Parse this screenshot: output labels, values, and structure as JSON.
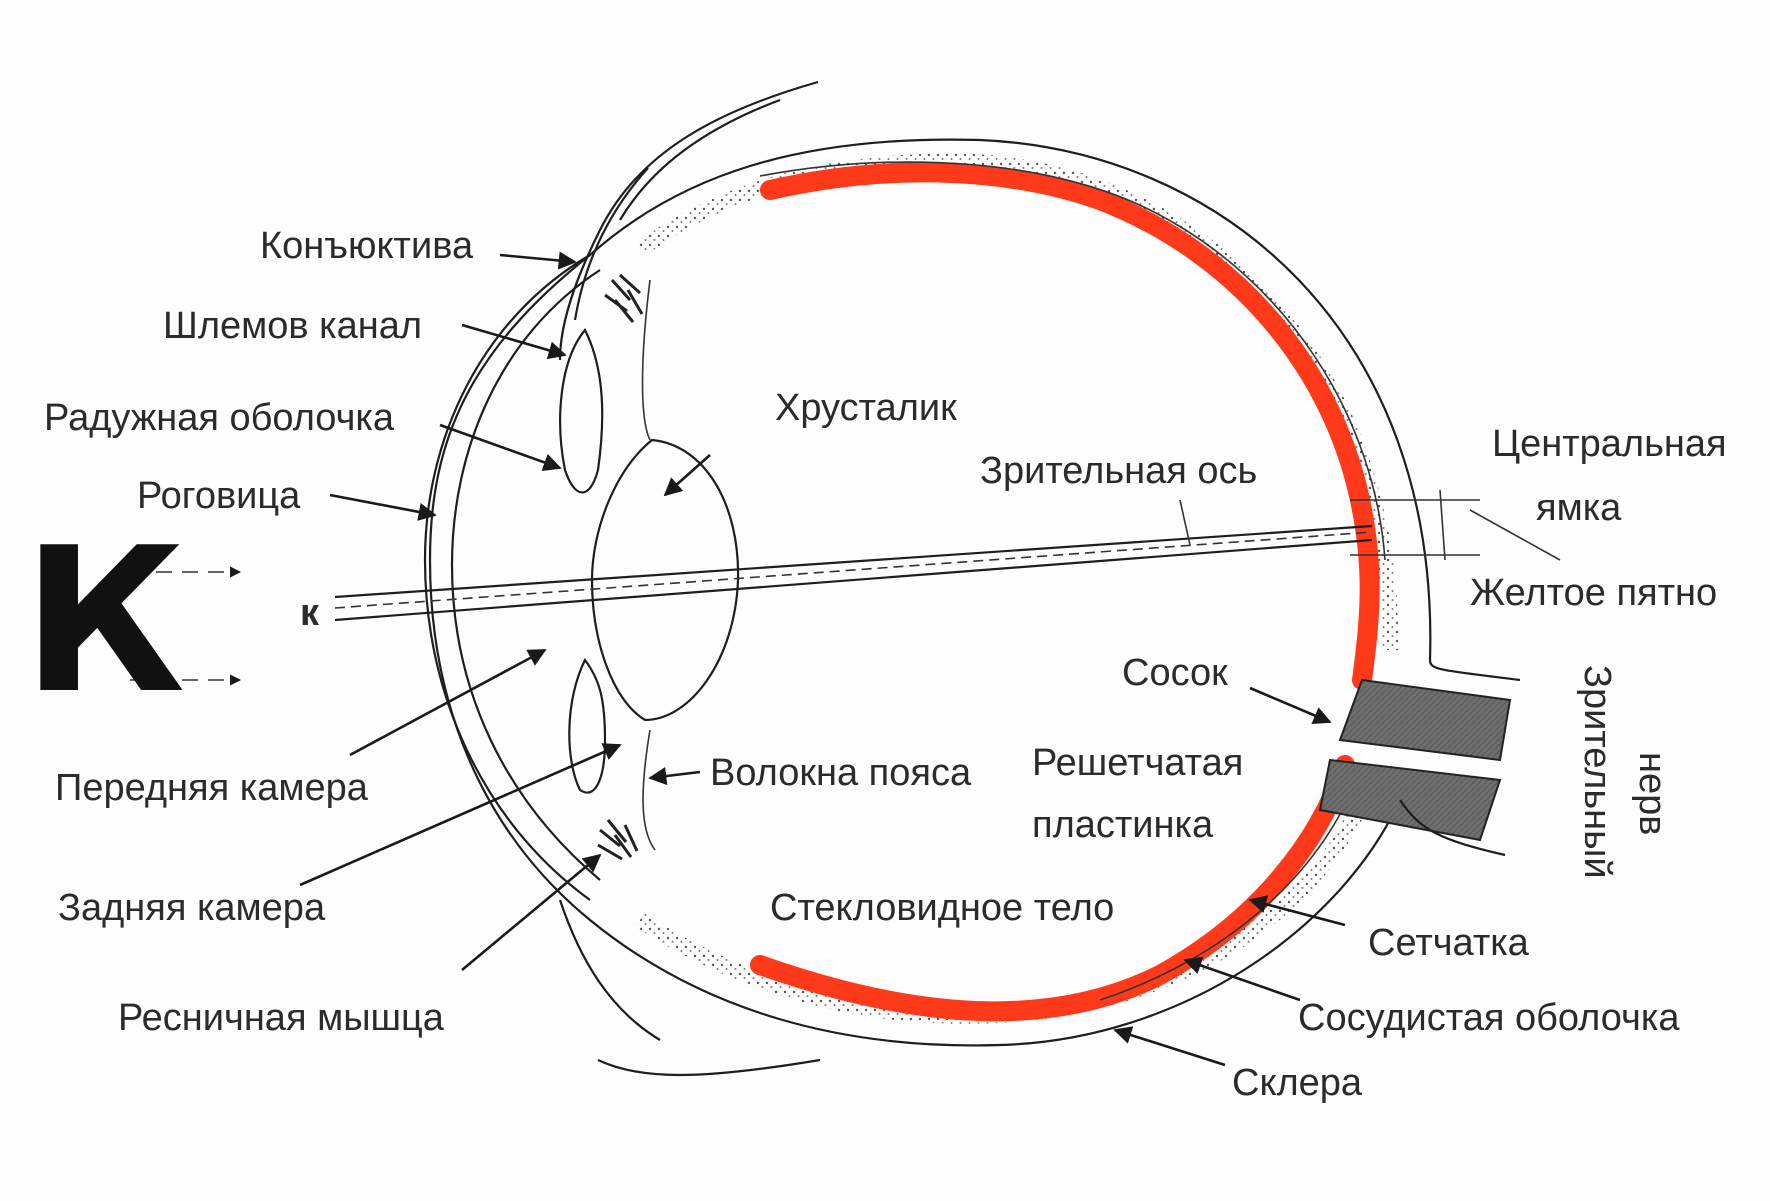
{
  "labels": {
    "conjunctiva": "Конъюктива",
    "schlemm_canal": "Шлемов канал",
    "iris": "Радужная оболочка",
    "cornea": "Роговица",
    "lens": "Хрусталик",
    "visual_axis": "Зрительная ось",
    "central_fovea_line1": "Центральная",
    "central_fovea_line2": "ямка",
    "macula": "Желтое пятно",
    "papilla": "Сосок",
    "lamina_line1": "Решетчатая",
    "lamina_line2": "пластинка",
    "optic_nerve_line1": "Зрительный",
    "optic_nerve_line2": "нерв",
    "anterior_chamber": "Передняя камера",
    "zonule_fibers": "Волокна пояса",
    "posterior_chamber": "Задняя камера",
    "vitreous_body": "Стекловидное тело",
    "retina": "Сетчатка",
    "ciliary_muscle": "Ресничная мышца",
    "choroid": "Сосудистая оболочка",
    "sclera": "Склера"
  },
  "object_letter_large": "К",
  "object_letter_small": "к",
  "colors": {
    "retina": "#ff3a1a",
    "nerve": "#6f6f6f",
    "line": "#1e1e1e",
    "text": "#2b2b2b"
  }
}
